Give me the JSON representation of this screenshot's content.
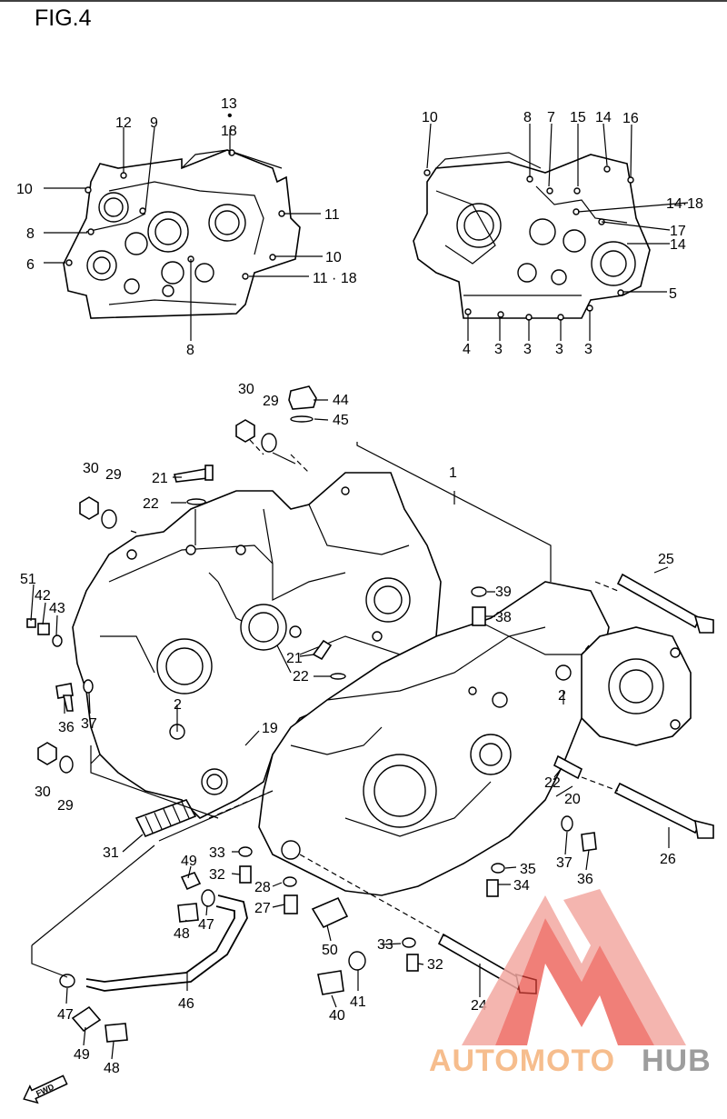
{
  "figure": {
    "title": "FIG.4"
  },
  "labels": [
    "13",
    "18",
    "12",
    "9",
    "10",
    "8",
    "6",
    "11",
    "10",
    "11 · 18",
    "8",
    "10",
    "8",
    "7",
    "15",
    "14",
    "16",
    "14·18",
    "17",
    "14",
    "5",
    "4",
    "3",
    "3",
    "3",
    "3",
    "30",
    "29",
    "44",
    "45",
    "1",
    "30",
    "29",
    "21",
    "22",
    "25",
    "51",
    "42",
    "43",
    "39",
    "38",
    "21",
    "22",
    "36",
    "37",
    "2",
    "2",
    "19",
    "30",
    "29",
    "22",
    "20",
    "31",
    "33",
    "32",
    "49",
    "28",
    "27",
    "48",
    "47",
    "50",
    "26",
    "37",
    "36",
    "35",
    "34",
    "33",
    "32",
    "46",
    "47",
    "40",
    "41",
    "24",
    "49",
    "48"
  ],
  "colors": {
    "ink": "#000000",
    "logo_red": "#e8443a",
    "logo_pink": "#f3a9a2",
    "logo_orange": "#f5b27a",
    "logo_gray": "#8c8c8c"
  },
  "watermark": {
    "text_a": "AUTOMOTO",
    "text_b": "HUB"
  },
  "fwd_badge": {
    "text": "FWD"
  }
}
